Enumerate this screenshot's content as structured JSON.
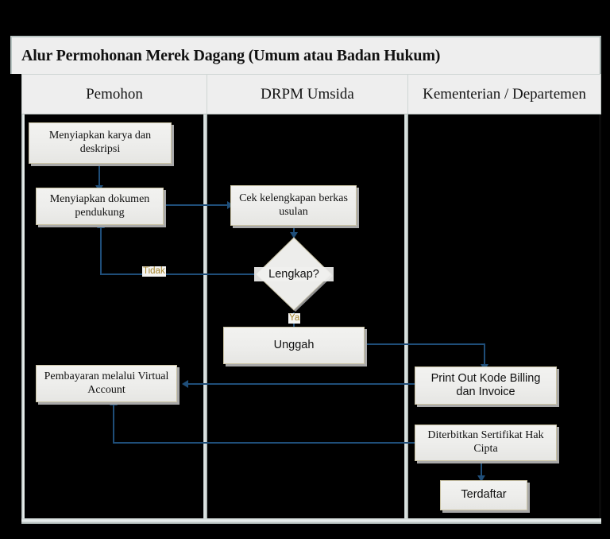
{
  "page": {
    "background_color": "#000000",
    "canvas_background": "#000000"
  },
  "title": {
    "text": "Alur Permohonan Merek Dagang (Umum atau Badan Hukum)"
  },
  "lanes": [
    {
      "id": "pemohon",
      "label": "Pemohon"
    },
    {
      "id": "drpm",
      "label": "DRPM Umsida"
    },
    {
      "id": "kementerian",
      "label": "Kementerian / Departemen"
    }
  ],
  "colors": {
    "header_fill": "#eeeeee",
    "node_fill": "#efefed",
    "node_border": "#c9c2a4",
    "node_shadow": "#a8a8a8",
    "connector": "#1f4e79",
    "edge_label": "#a6862f",
    "lane_divider": "#c6cecd",
    "title_text": "#111111"
  },
  "chart_data": {
    "type": "diagram",
    "subtype": "swimlane-flowchart",
    "title": "Alur Permohonan Merek Dagang (Umum atau Badan Hukum)",
    "lanes": [
      "Pemohon",
      "DRPM Umsida",
      "Kementerian / Departemen"
    ],
    "nodes": [
      {
        "id": "n1",
        "lane": "Pemohon",
        "shape": "process",
        "label": "Menyiapkan karya dan deskripsi"
      },
      {
        "id": "n2",
        "lane": "Pemohon",
        "shape": "process",
        "label": "Menyiapkan dokumen pendukung"
      },
      {
        "id": "n3",
        "lane": "DRPM Umsida",
        "shape": "process",
        "label": "Cek kelengkapan berkas usulan"
      },
      {
        "id": "n4",
        "lane": "DRPM Umsida",
        "shape": "decision",
        "label": "Lengkap?"
      },
      {
        "id": "n5",
        "lane": "DRPM Umsida",
        "shape": "process",
        "label": "Unggah"
      },
      {
        "id": "n6",
        "lane": "Kementerian / Departemen",
        "shape": "process",
        "label": "Print Out Kode Billing dan Invoice"
      },
      {
        "id": "n7",
        "lane": "Pemohon",
        "shape": "process",
        "label": "Pembayaran melalui Virtual Account"
      },
      {
        "id": "n8",
        "lane": "Kementerian / Departemen",
        "shape": "process",
        "label": "Diterbitkan Sertifikat Hak Cipta"
      },
      {
        "id": "n9",
        "lane": "Kementerian / Departemen",
        "shape": "process",
        "label": "Terdaftar"
      }
    ],
    "edges": [
      {
        "from": "n1",
        "to": "n2",
        "label": ""
      },
      {
        "from": "n2",
        "to": "n3",
        "label": ""
      },
      {
        "from": "n3",
        "to": "n4",
        "label": ""
      },
      {
        "from": "n4",
        "to": "n2",
        "label": "Tidak"
      },
      {
        "from": "n4",
        "to": "n5",
        "label": "Ya"
      },
      {
        "from": "n5",
        "to": "n6",
        "label": ""
      },
      {
        "from": "n6",
        "to": "n7",
        "label": ""
      },
      {
        "from": "n7",
        "to": "n8",
        "label": ""
      },
      {
        "from": "n8",
        "to": "n9",
        "label": ""
      }
    ]
  },
  "nodes": {
    "n1": {
      "label": "Menyiapkan karya dan deskripsi"
    },
    "n2": {
      "label": "Menyiapkan dokumen pendukung"
    },
    "n3": {
      "label": "Cek kelengkapan berkas usulan"
    },
    "n4": {
      "label": "Lengkap?"
    },
    "n5": {
      "label": "Unggah"
    },
    "n6": {
      "label": "Print Out Kode Billing dan Invoice"
    },
    "n7": {
      "label": "Pembayaran melalui Virtual Account"
    },
    "n8": {
      "label": "Diterbitkan Sertifikat Hak Cipta"
    },
    "n9": {
      "label": "Terdaftar"
    }
  },
  "edge_labels": {
    "tidak": "Tidak",
    "ya": "Ya"
  }
}
